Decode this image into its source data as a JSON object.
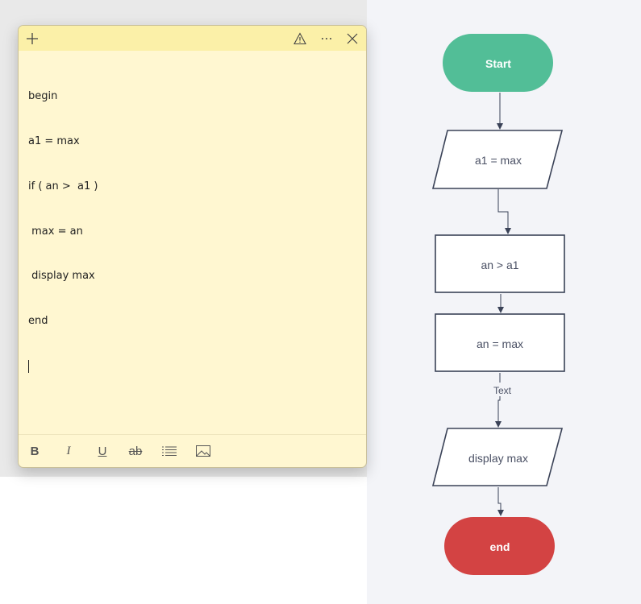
{
  "note": {
    "lines": [
      "begin",
      "a1 = max",
      "if ( an >  a1 )",
      " max = an",
      " display max",
      "end"
    ],
    "titlebar": {
      "new_icon": "plus-icon",
      "alert_icon": "warning-icon",
      "menu_icon": "more-icon",
      "close_icon": "close-icon"
    },
    "toolbar": {
      "bold": "B",
      "italic": "I",
      "underline": "U",
      "strike": "ab",
      "list_icon": "list-icon",
      "image_icon": "image-icon"
    }
  },
  "flowchart": {
    "start": "Start",
    "input": "a1  = max",
    "condition": "an > a1",
    "assign": "an = max",
    "edge_label": "Text",
    "output": "display max",
    "end": "end",
    "colors": {
      "start": "#52be97",
      "end": "#d34343",
      "stroke": "#3a4257",
      "box": "#ffffff"
    }
  }
}
